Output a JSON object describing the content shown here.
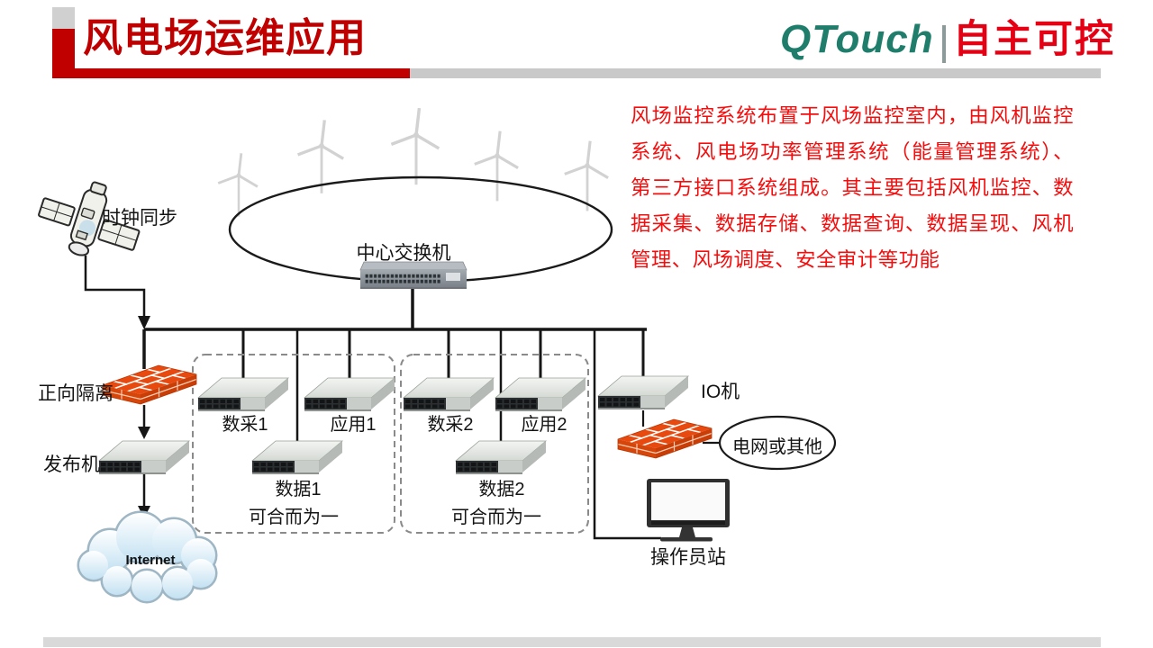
{
  "header": {
    "title": "风电场运维应用",
    "brand": {
      "name": "QTouch",
      "tagline": "自主可控"
    }
  },
  "description": {
    "text": "风场监控系统布置于风场监控室内，由风机监控系统、风电场功率管理系统（能量管理系统）、第三方接口系统组成。其主要包括风机监控、数据采集、数据存储、数据查询、数据呈现、风机管理、风场调度、安全审计等功能"
  },
  "diagram": {
    "labels": {
      "clock_sync": "时钟同步",
      "central_switch": "中心交换机",
      "forward_isolation": "正向隔离",
      "publisher": "发布机",
      "internet": "Internet",
      "daq1": "数采1",
      "app1": "应用1",
      "data1": "数据1",
      "merge1": "可合而为一",
      "daq2": "数采2",
      "app2": "应用2",
      "data2": "数据2",
      "merge2": "可合而为一",
      "io_server": "IO机",
      "grid_or_other": "电网或其他",
      "operator_station": "操作员站"
    }
  },
  "colors": {
    "title_red": "#c00000",
    "logo_green": "#1f7e6b",
    "tagline_red": "#e60013",
    "description_red": "#f50d0d",
    "firewall_orange": "#e8490f",
    "line_black": "#161616",
    "bar_gray": "#c9c9c9"
  }
}
